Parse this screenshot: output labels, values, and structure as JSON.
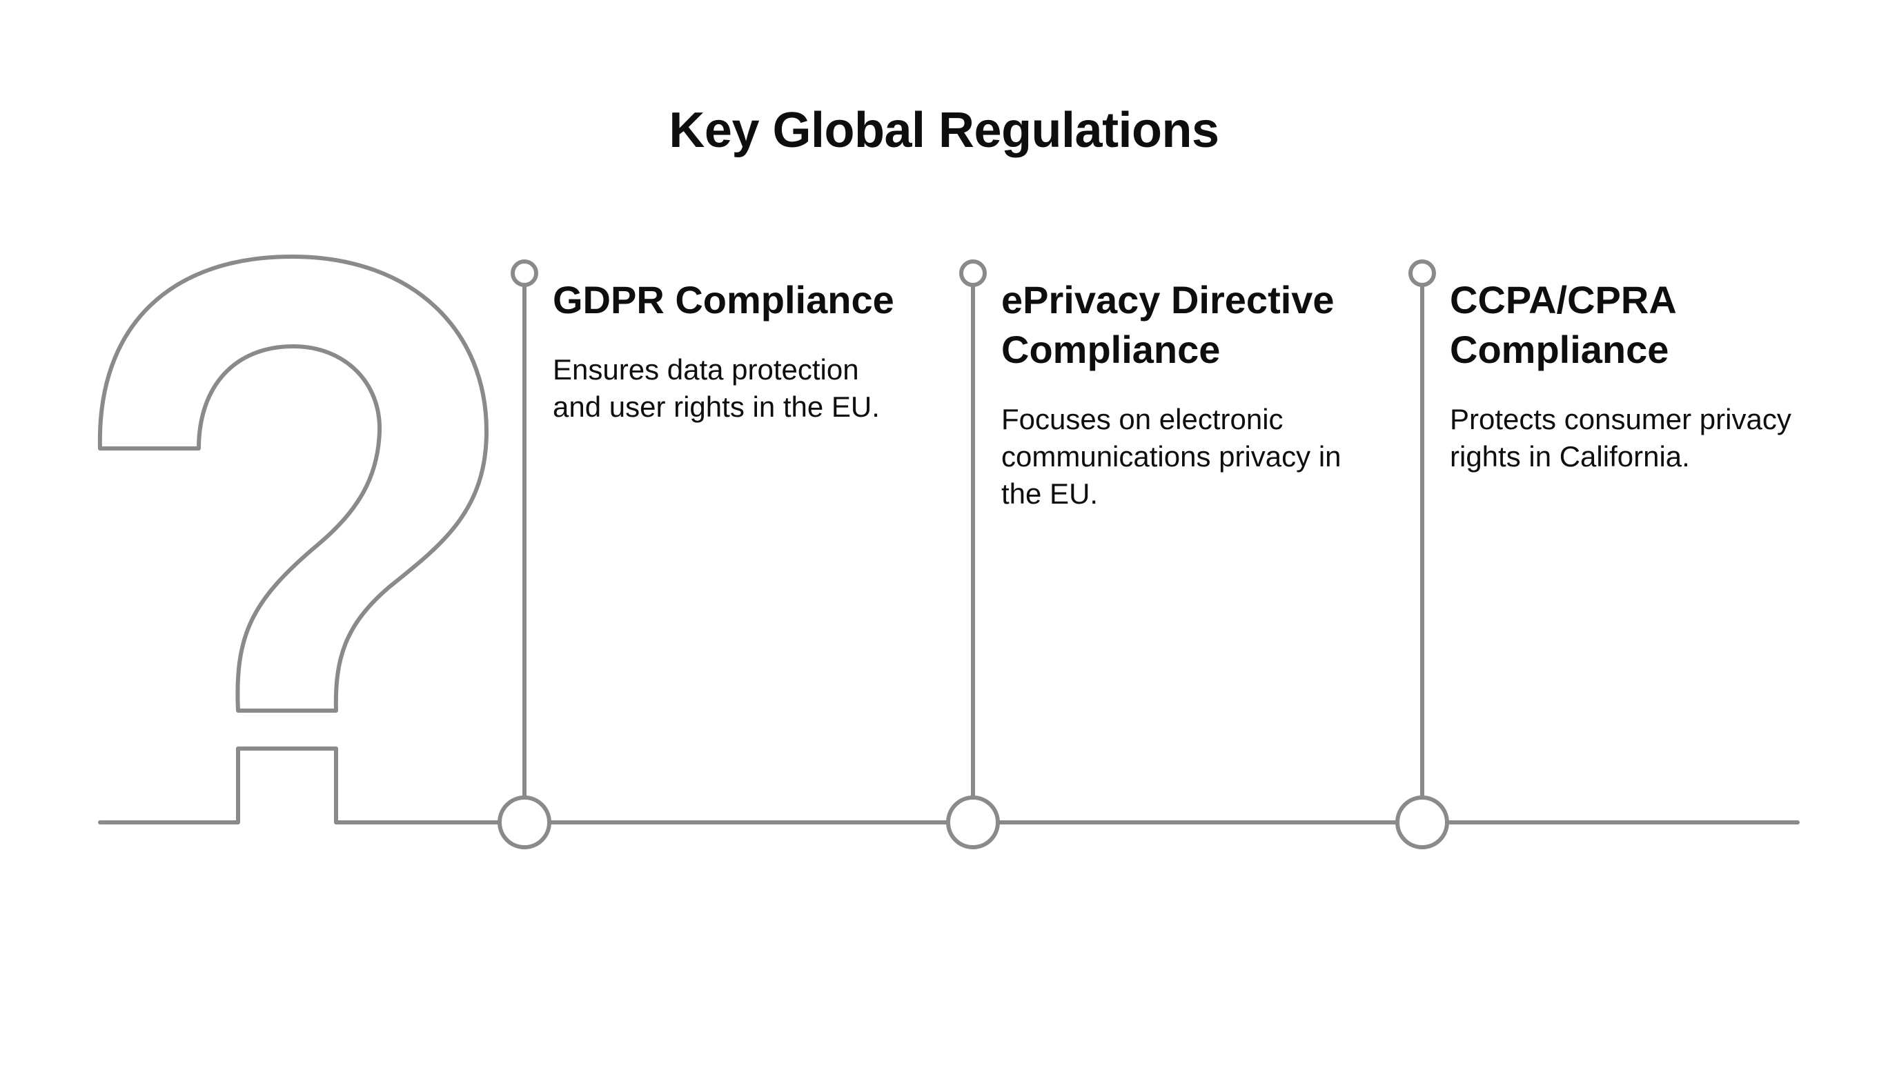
{
  "title": "Key Global Regulations",
  "items": [
    {
      "heading": "GDPR Compliance",
      "description": "Ensures data protection and user rights in the EU."
    },
    {
      "heading": "ePrivacy Directive Compliance",
      "description": "Focuses on electronic communications privacy in the EU."
    },
    {
      "heading": "CCPA/CPRA Compliance",
      "description": "Protects consumer privacy rights in California."
    }
  ],
  "colors": {
    "stroke": "#8a8a8a",
    "text": "#0e0e0e",
    "background": "#ffffff"
  },
  "icons": [
    "question-mark-outline-icon"
  ]
}
